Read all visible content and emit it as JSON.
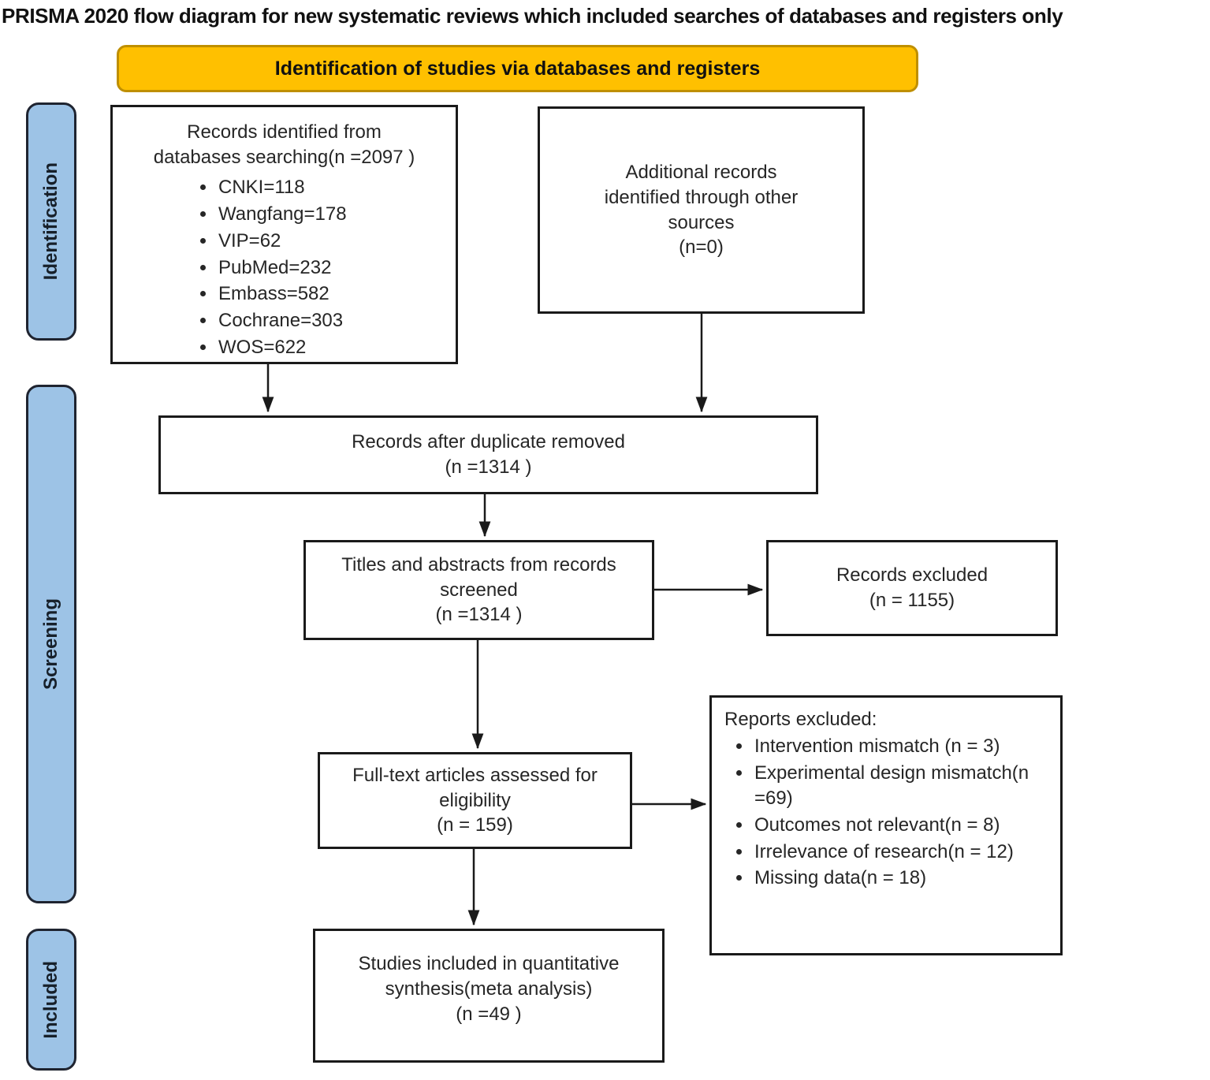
{
  "title": "PRISMA 2020 flow diagram for new systematic reviews which included searches of databases and registers only",
  "banner": {
    "label": "Identification of studies via databases and registers",
    "fill": "#FFC000",
    "border": "#BF8F00"
  },
  "stages": {
    "identification": "Identification",
    "screening": "Screening",
    "included": "Included",
    "fill": "#9DC3E6",
    "border": "#1F2430"
  },
  "boxes": {
    "identified": {
      "title_lines": [
        "Records identified from",
        "databases  searching(n =2097 )"
      ],
      "items": [
        "CNKI=118",
        "Wangfang=178",
        "VIP=62",
        "PubMed=232",
        "Embass=582",
        "Cochrane=303",
        "WOS=622"
      ]
    },
    "additional": {
      "lines": [
        "Additional records",
        "identified through other",
        "sources",
        "(n=0)"
      ]
    },
    "duplicates": {
      "lines": [
        "Records after duplicate removed",
        "(n =1314 )"
      ]
    },
    "screened": {
      "lines": [
        "Titles and abstracts from records",
        "screened",
        "(n =1314 )"
      ]
    },
    "records_excluded": {
      "lines": [
        "Records excluded",
        "(n = 1155)"
      ]
    },
    "fulltext": {
      "lines": [
        "Full-text articles assessed for",
        "eligibility",
        "(n = 159)"
      ]
    },
    "reports_excluded": {
      "title": "Reports excluded:",
      "items": [
        "Intervention mismatch (n = 3)",
        "Experimental design mismatch(n =69)",
        "Outcomes not relevant(n = 8)",
        "Irrelevance of research(n = 12)",
        "Missing data(n = 18)"
      ]
    },
    "studies": {
      "lines": [
        "Studies included in quantitative",
        "synthesis(meta analysis)",
        "(n =49 )"
      ]
    }
  },
  "colors": {
    "box_border": "#1A1A1A",
    "arrow": "#1A1A1A",
    "text": "#262626",
    "title_text": "#111111"
  }
}
